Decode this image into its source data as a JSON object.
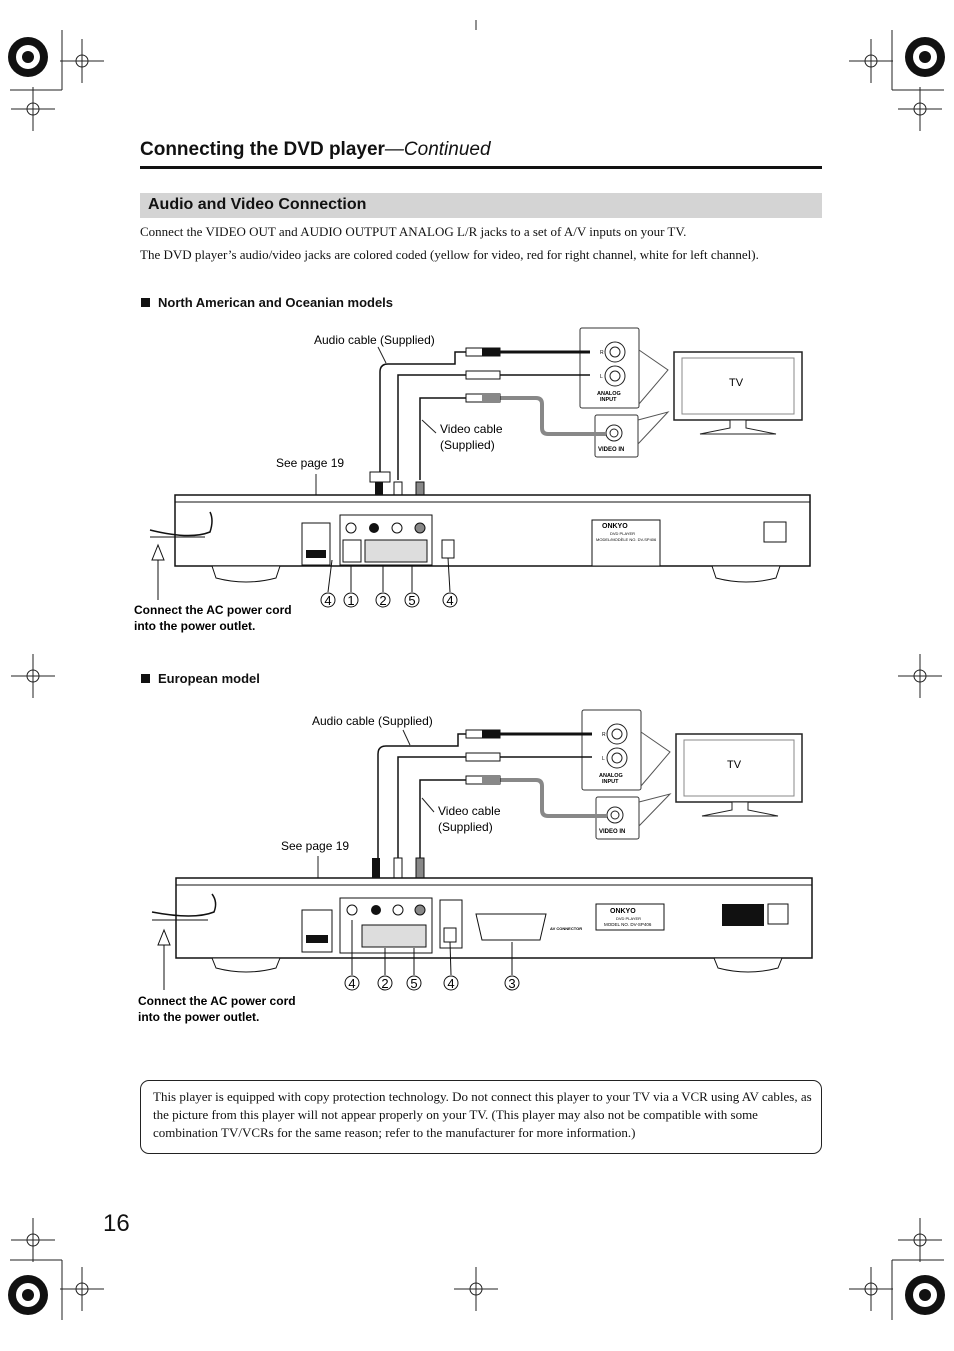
{
  "header": {
    "title": "Connecting the DVD player",
    "continued": "—Continued"
  },
  "section": {
    "title": "Audio and Video Connection",
    "intro_1": "Connect the VIDEO OUT and AUDIO OUTPUT ANALOG L/R jacks to a set of A/V inputs on your TV.",
    "intro_2": "The DVD player’s audio/video jacks are colored coded (yellow for video, red for right channel, white for left channel)."
  },
  "diagrams": {
    "north_american": {
      "heading": "North American and Oceanian models",
      "audio_cable": "Audio cable (Supplied)",
      "video_cable_1": "Video cable",
      "video_cable_2": "(Supplied)",
      "see_page": "See page 19",
      "tv": "TV",
      "analog_input": "ANALOG",
      "analog_input_2": "INPUT",
      "video_in": "VIDEO IN",
      "r": "R",
      "l": "L",
      "brand": "ONKYO",
      "player_type": "DVD PLAYER",
      "model": "MODEL/MODÈLE NO. DV-SP406",
      "callouts": [
        "4",
        "1",
        "2",
        "5",
        "4"
      ],
      "power_1": "Connect the AC power cord",
      "power_2": "into the power outlet."
    },
    "european": {
      "heading": "European model",
      "audio_cable": "Audio cable (Supplied)",
      "video_cable_1": "Video cable",
      "video_cable_2": "(Supplied)",
      "see_page": "See page 19",
      "tv": "TV",
      "analog_input": "ANALOG",
      "analog_input_2": "INPUT",
      "video_in": "VIDEO IN",
      "r": "R",
      "l": "L",
      "brand": "ONKYO",
      "player_type": "DVD PLAYER",
      "model": "MODEL NO. DV-SP406",
      "av_connector": "AV CONNECTOR",
      "callouts": [
        "4",
        "2",
        "5",
        "4",
        "3"
      ],
      "power_1": "Connect the AC power cord",
      "power_2": "into the power outlet."
    }
  },
  "note": "This player is equipped with copy protection technology. Do not connect this player to your TV via a VCR using AV cables, as the picture from this player will not appear properly on your TV. (This player may also not be compatible with some combination TV/VCRs for the same reason; refer to the manufacturer for more information.)",
  "page_number": "16"
}
